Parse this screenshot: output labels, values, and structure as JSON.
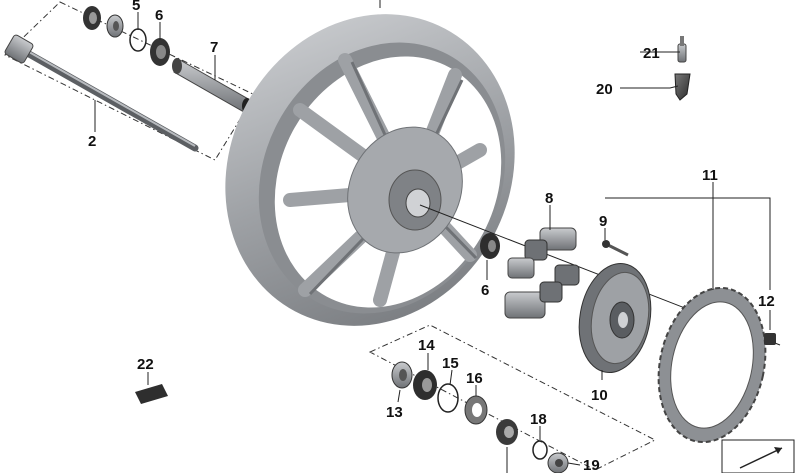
{
  "diagram": {
    "callouts": [
      {
        "id": "c5",
        "label": "5"
      },
      {
        "id": "c6a",
        "label": "6"
      },
      {
        "id": "c7",
        "label": "7"
      },
      {
        "id": "c2",
        "label": "2"
      },
      {
        "id": "c21",
        "label": "21"
      },
      {
        "id": "c20",
        "label": "20"
      },
      {
        "id": "c11",
        "label": "11"
      },
      {
        "id": "c8",
        "label": "8"
      },
      {
        "id": "c9",
        "label": "9"
      },
      {
        "id": "c6b",
        "label": "6"
      },
      {
        "id": "c12",
        "label": "12"
      },
      {
        "id": "c10",
        "label": "10"
      },
      {
        "id": "c22",
        "label": "22"
      },
      {
        "id": "c14",
        "label": "14"
      },
      {
        "id": "c15",
        "label": "15"
      },
      {
        "id": "c16",
        "label": "16"
      },
      {
        "id": "c13",
        "label": "13"
      },
      {
        "id": "c18",
        "label": "18"
      },
      {
        "id": "c19",
        "label": "19"
      }
    ],
    "colors": {
      "wheel": "#9ea1a5",
      "wheel_dark": "#6f7276",
      "wheel_light": "#c9cbce",
      "part_dark": "#3a3a3a",
      "line": "#222222"
    }
  }
}
